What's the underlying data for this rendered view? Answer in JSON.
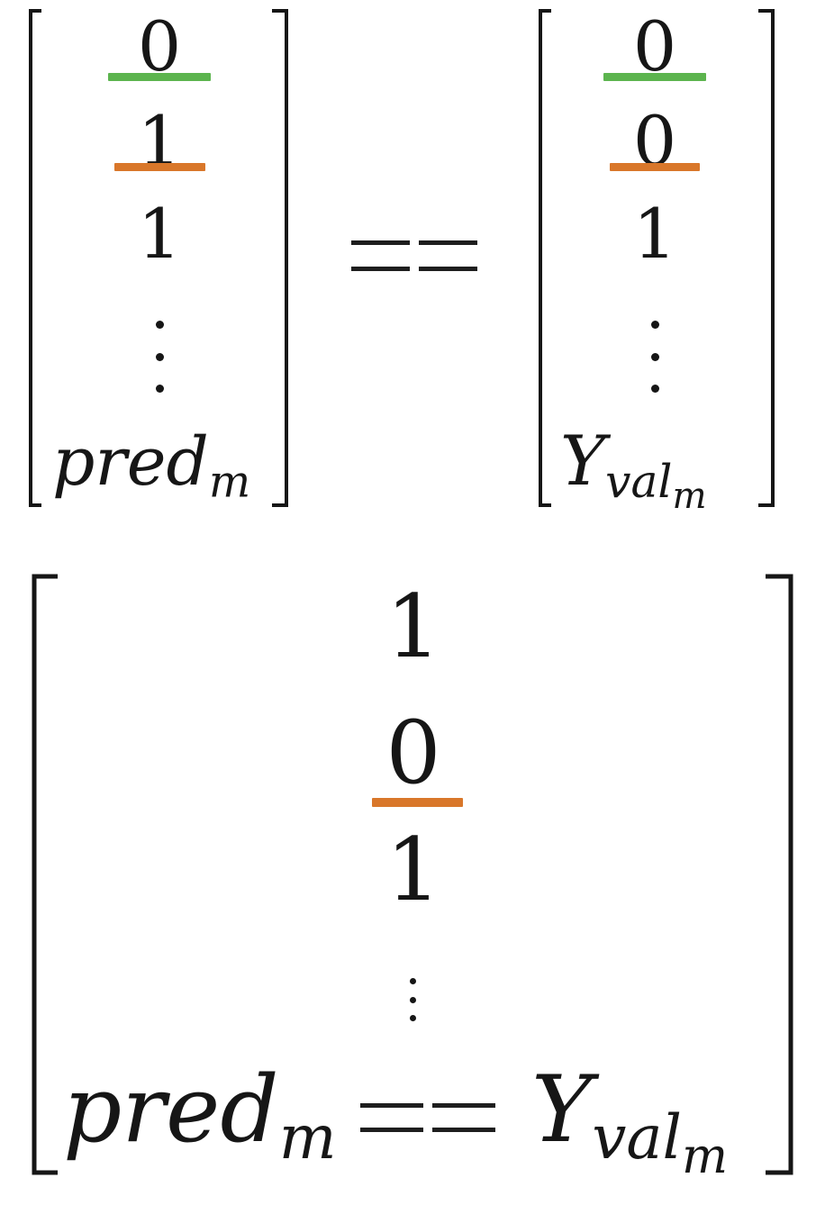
{
  "left_vector": {
    "entries": [
      "0",
      "1",
      "1"
    ],
    "last_entry": {
      "base": "pred",
      "subscript": "m"
    }
  },
  "operator": "==",
  "right_vector": {
    "entries": [
      "0",
      "0",
      "1"
    ],
    "last_entry": {
      "base": "Y",
      "subscript": "val",
      "subsubscript": "m"
    }
  },
  "result_vector": {
    "entries": [
      "1",
      "0",
      "1"
    ],
    "last_entry": {
      "lhs_base": "pred",
      "lhs_subscript": "m",
      "operator": "==",
      "rhs_base": "Y",
      "rhs_subscript": "val",
      "rhs_subsubscript": "m"
    }
  },
  "colors": {
    "green": "#5cb44e",
    "orange": "#d9772a"
  }
}
